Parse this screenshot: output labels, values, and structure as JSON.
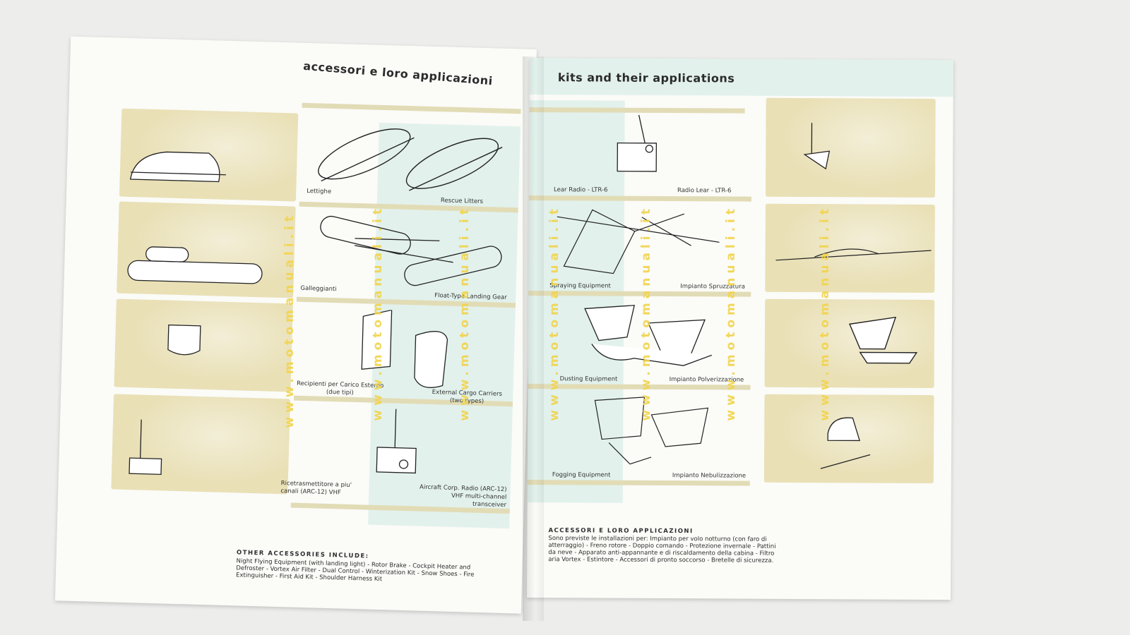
{
  "left_page": {
    "title": "accessori e loro applicazioni",
    "captions": {
      "litters_it": "Lettighe",
      "litters_en": "Rescue Litters",
      "floats_it": "Galleggianti",
      "floats_en": "Float-Type Landing Gear",
      "cargo_it": "Recipienti per Carico Esterno (due tipi)",
      "cargo_en": "External Cargo Carriers (two types)",
      "radio_it": "Ricetrasmettitore a piu' canali (ARC-12) VHF",
      "radio_en": "Aircraft Corp. Radio (ARC-12) VHF multi-channel transceiver"
    },
    "footer_heading": "OTHER ACCESSORIES INCLUDE:",
    "footer_body": "Night Flying Equipment (with landing light) - Rotor Brake - Cockpit Heater and Defroster - Vortex Air Filter - Dual Control - Winterization Kit - Snow Shoes - Fire Extinguisher - First Aid Kit - Shoulder Harness Kit"
  },
  "right_page": {
    "title": "kits and their applications",
    "captions": {
      "lear_en": "Lear Radio - LTR-6",
      "lear_it": "Radio Lear - LTR-6",
      "spraying_en": "Spraying Equipment",
      "spraying_it": "Impianto Spruzzatura",
      "dusting_en": "Dusting Equipment",
      "dusting_it": "Impianto Polverizzazione",
      "fogging_en": "Fogging Equipment",
      "fogging_it": "Impianto Nebulizzazione"
    },
    "footer_heading": "ACCESSORI E LORO APPLICAZIONI",
    "footer_body": "Sono previste le installazioni per: Impianto per volo notturno (con faro di atterraggio) - Freno rotore - Doppio comando - Protezione invernale - Pattini da neve - Apparato anti-appannante e di riscaldamento della cabina - Filtro aria Vortex - Estintore - Accessori di pronto soccorso - Bretelle di sicurezza."
  },
  "watermark": "www.motomanuali.it",
  "colors": {
    "photo_tint": "#e9e0b6",
    "band": "#e2dcb6",
    "mint": "#dcefe8",
    "watermark": "#f2d44a"
  }
}
